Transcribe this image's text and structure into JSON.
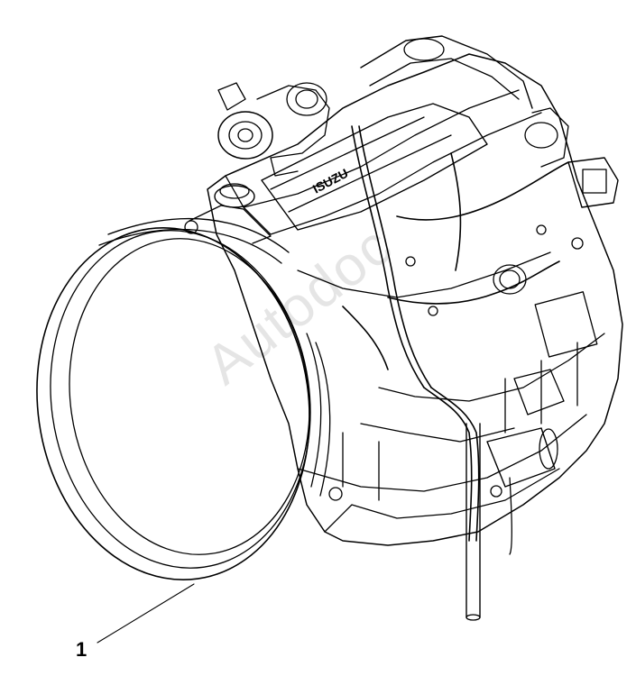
{
  "figure": {
    "callouts": [
      {
        "label": "1"
      }
    ],
    "watermark_text": "Autodoc",
    "valve_cover_text": "ISUZU",
    "colors": {
      "line": "#000000",
      "background": "#ffffff"
    }
  }
}
